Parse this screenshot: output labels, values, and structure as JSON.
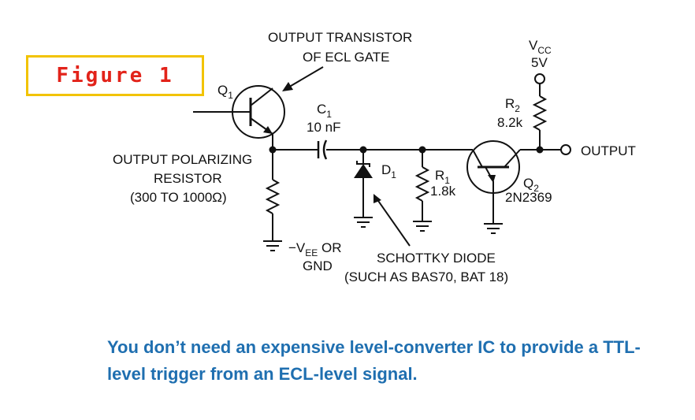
{
  "figure": {
    "label": "Figure 1"
  },
  "labels": {
    "q1": "Q",
    "q1_sub": "1",
    "output_transistor_l1": "OUTPUT TRANSISTOR",
    "output_transistor_l2": "OF ECL GATE",
    "c1": "C",
    "c1_sub": "1",
    "c1_value": "10 nF",
    "polarizing_l1": "OUTPUT POLARIZING",
    "polarizing_l2": "RESISTOR",
    "polarizing_l3": "(300 TO 1000Ω)",
    "vee_prefix": "−V",
    "vee_sub": "EE",
    "vee_suffix": " OR",
    "gnd": "GND",
    "d1": "D",
    "d1_sub": "1",
    "r1": "R",
    "r1_sub": "1",
    "r1_value": "1.8k",
    "schottky_l1": "SCHOTTKY DIODE",
    "schottky_l2": "(SUCH AS BAS70, BAT 18)",
    "vcc": "V",
    "vcc_sub": "CC",
    "vcc_value": "5V",
    "r2": "R",
    "r2_sub": "2",
    "r2_value": "8.2k",
    "output": "OUTPUT",
    "q2": "Q",
    "q2_sub": "2",
    "q2_part": "2N2369"
  },
  "caption": {
    "line1": "You don’t need an expensive level-converter IC to provide a TTL-",
    "line2": "level trigger from an ECL-level signal."
  },
  "colors": {
    "figure_label": "#e2231a",
    "figure_border": "#f2c300",
    "caption": "#1f6fb0"
  }
}
